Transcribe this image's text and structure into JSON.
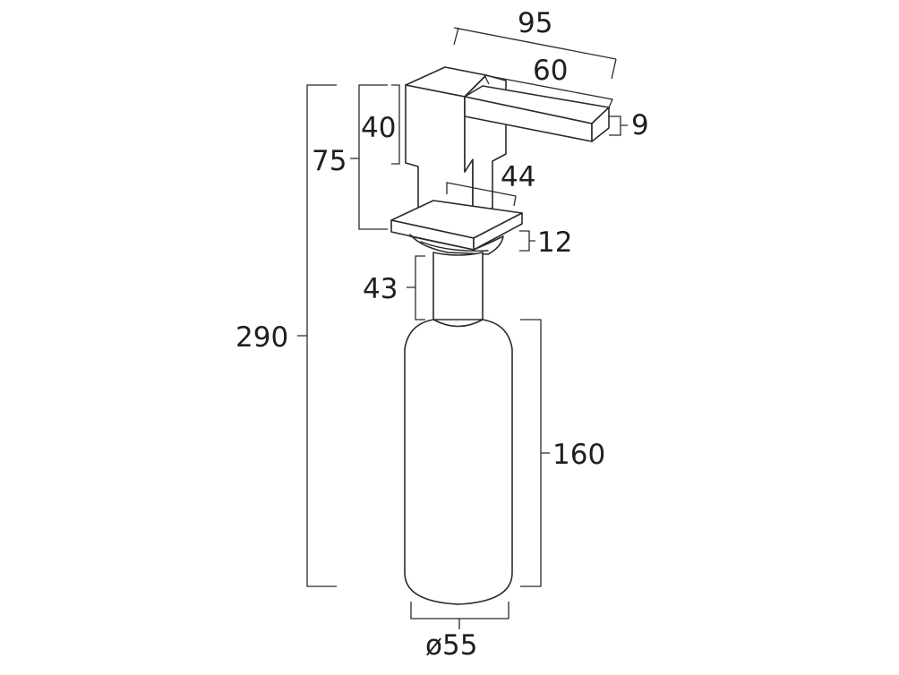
{
  "diagram": {
    "subject": "soap dispenser",
    "line_color": "#2b2b2b",
    "text_color": "#1f1f1f",
    "background": "#ffffff"
  },
  "dimensions": {
    "total_length": "95",
    "spout_length": "60",
    "spout_thickness": "9",
    "head_height": "40",
    "body_height": "75",
    "body_width": "44",
    "flange_height": "12",
    "neck_length": "43",
    "overall_height": "290",
    "bottle_height": "160",
    "bottle_diameter": "ø55"
  }
}
